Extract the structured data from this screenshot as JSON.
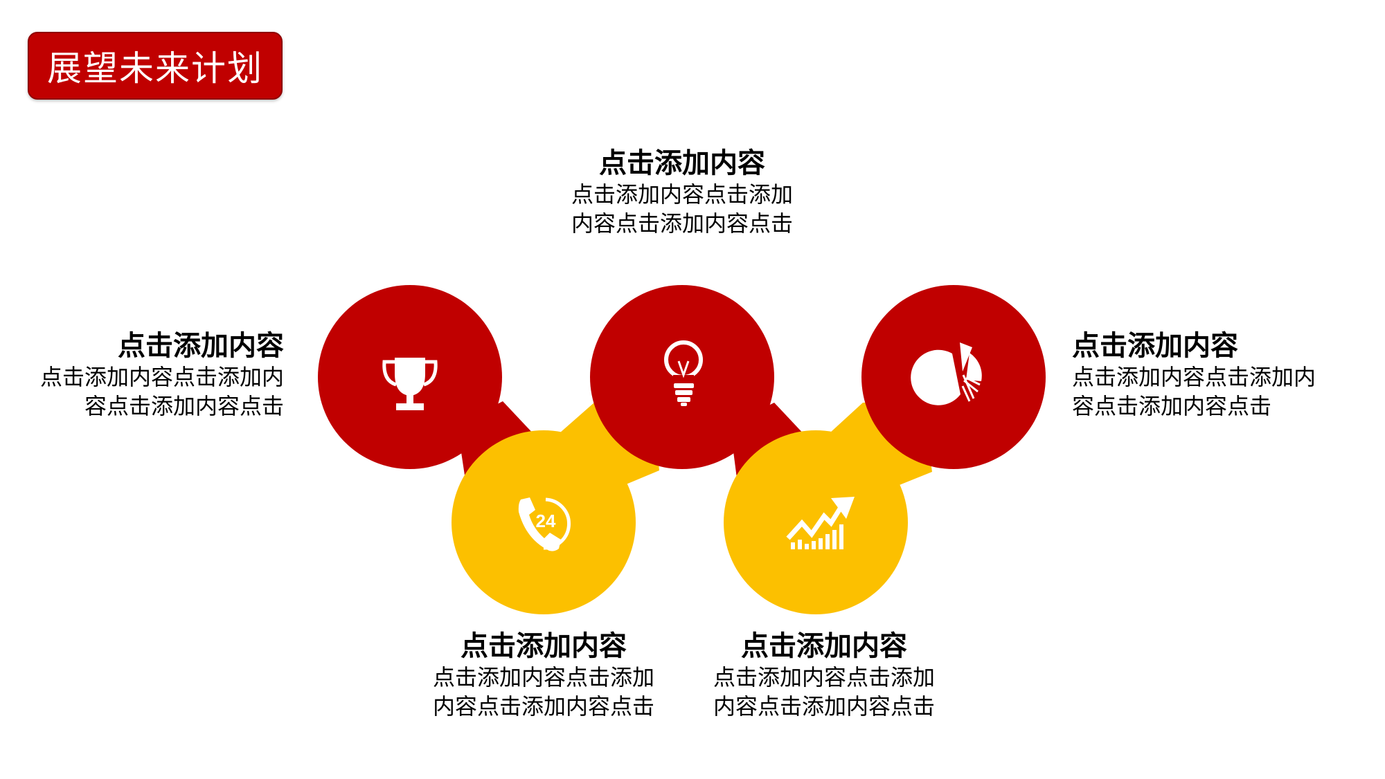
{
  "title": "展望未来计划",
  "colors": {
    "primary_red": "#c00000",
    "secondary_yellow": "#fcc000",
    "icon_white": "#ffffff"
  },
  "nodes": [
    {
      "icon": "trophy-icon",
      "color": "#c00000"
    },
    {
      "icon": "phone-24-icon",
      "color": "#fcc000",
      "icon_text": "24"
    },
    {
      "icon": "lightbulb-icon",
      "color": "#c00000"
    },
    {
      "icon": "growth-chart-icon",
      "color": "#fcc000"
    },
    {
      "icon": "pie-chart-icon",
      "color": "#c00000"
    }
  ],
  "items": [
    {
      "heading": "点击添加内容",
      "lines": [
        "点击添加内容点击添加内",
        "容点击添加内容点击"
      ]
    },
    {
      "heading": "点击添加内容",
      "lines": [
        "点击添加内容点击添加",
        "内容点击添加内容点击"
      ]
    },
    {
      "heading": "点击添加内容",
      "lines": [
        "点击添加内容点击添加",
        "内容点击添加内容点击"
      ]
    },
    {
      "heading": "点击添加内容",
      "lines": [
        "点击添加内容点击添加",
        "内容点击添加内容点击"
      ]
    },
    {
      "heading": "点击添加内容",
      "lines": [
        "点击添加内容点击添加内",
        "容点击添加内容点击"
      ]
    }
  ]
}
